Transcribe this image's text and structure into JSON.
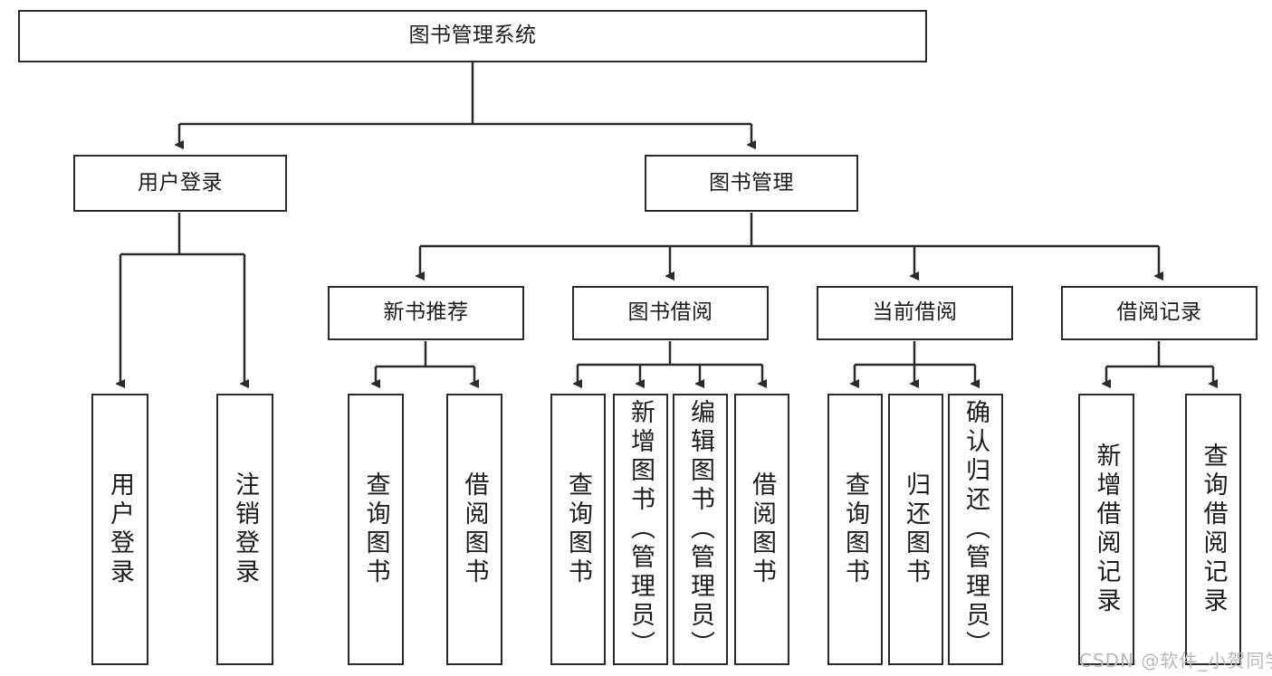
{
  "diagram": {
    "title_node": {
      "id": "root",
      "label": "图书管理系统"
    },
    "level2": [
      {
        "id": "user-login",
        "label": "用户登录"
      },
      {
        "id": "book-management",
        "label": "图书管理"
      }
    ],
    "level3": [
      {
        "id": "new-book-recommend",
        "label": "新书推荐"
      },
      {
        "id": "book-borrow",
        "label": "图书借阅"
      },
      {
        "id": "current-borrow",
        "label": "当前借阅"
      },
      {
        "id": "borrow-record",
        "label": "借阅记录"
      }
    ],
    "leaves": {
      "user_login": [
        {
          "id": "leaf-user-login",
          "label": "用户登录"
        },
        {
          "id": "leaf-logout",
          "label": "注销登录"
        }
      ],
      "new_book_recommend": [
        {
          "id": "leaf-query-book-1",
          "label": "查询图书"
        },
        {
          "id": "leaf-borrow-book-1",
          "label": "借阅图书"
        }
      ],
      "book_borrow": [
        {
          "id": "leaf-query-book-2",
          "label": "查询图书"
        },
        {
          "id": "leaf-add-book",
          "label": "新增图书（管理员）"
        },
        {
          "id": "leaf-edit-book",
          "label": "编辑图书（管理员）"
        },
        {
          "id": "leaf-borrow-book-2",
          "label": "借阅图书"
        }
      ],
      "current_borrow": [
        {
          "id": "leaf-query-book-3",
          "label": "查询图书"
        },
        {
          "id": "leaf-return-book",
          "label": "归还图书"
        },
        {
          "id": "leaf-confirm-return",
          "label": "确认归还（管理员）"
        }
      ],
      "borrow_record": [
        {
          "id": "leaf-add-record",
          "label": "新增借阅记录"
        },
        {
          "id": "leaf-query-record",
          "label": "查询借阅记录"
        }
      ]
    }
  },
  "watermark": {
    "text": "CSDN @软件_小贺同学"
  },
  "colors": {
    "border": "#2b2b2b",
    "background": "#ffffff",
    "text": "#1c1c1c",
    "watermark": "#b9b9b9"
  }
}
